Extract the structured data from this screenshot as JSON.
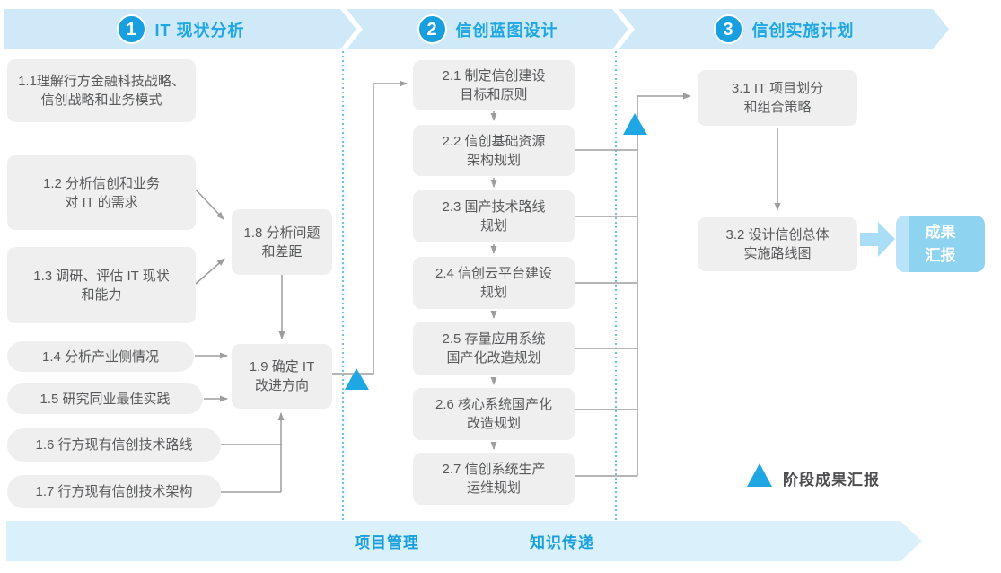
{
  "phases": [
    {
      "number": "1",
      "title": "IT 现状分析"
    },
    {
      "number": "2",
      "title": "信创蓝图设计"
    },
    {
      "number": "3",
      "title": "信创实施计划"
    }
  ],
  "nodes": {
    "n11": {
      "label": "1.1理解行方金融科技战略、\n信创战略和业务模式"
    },
    "n12": {
      "label": "1.2 分析信创和业务\n对 IT 的需求"
    },
    "n13": {
      "label": "1.3 调研、评估 IT 现状\n和能力"
    },
    "n14": {
      "label": "1.4 分析产业侧情况"
    },
    "n15": {
      "label": "1.5 研究同业最佳实践"
    },
    "n16": {
      "label": "1.6 行方现有信创技术路线"
    },
    "n17": {
      "label": "1.7 行方现有信创技术架构"
    },
    "n18": {
      "label": "1.8 分析问题\n和差距"
    },
    "n19": {
      "label": "1.9 确定 IT\n改进方向"
    },
    "n21": {
      "label": "2.1 制定信创建设\n目标和原则"
    },
    "n22": {
      "label": "2.2 信创基础资源\n架构规划"
    },
    "n23": {
      "label": "2.3 国产技术路线\n规划"
    },
    "n24": {
      "label": "2.4 信创云平台建设\n规划"
    },
    "n25": {
      "label": "2.5 存量应用系统\n国产化改造规划"
    },
    "n26": {
      "label": "2.6 核心系统国产化\n改造规划"
    },
    "n27": {
      "label": "2.7 信创系统生产\n运维规划"
    },
    "n31": {
      "label": "3.1 IT 项目划分\n和组合策略"
    },
    "n32": {
      "label": "3.2 设计信创总体\n实施路线图"
    },
    "result": {
      "label": "成果\n汇报"
    }
  },
  "legend": {
    "milestone_label": "阶段成果汇报"
  },
  "footer": {
    "items": [
      "项目管理",
      "知识传递"
    ]
  },
  "colors": {
    "accent_blue": "#1ea7e2",
    "banner_fill": "#cfe9f8",
    "footer_fill": "#daf0fa",
    "node_fill": "#efefef",
    "node_text": "#58595b",
    "connector_gray": "#9d9d9d",
    "result_fill": "#8ed4f0",
    "block_arrow_fill": "#a9def6"
  }
}
